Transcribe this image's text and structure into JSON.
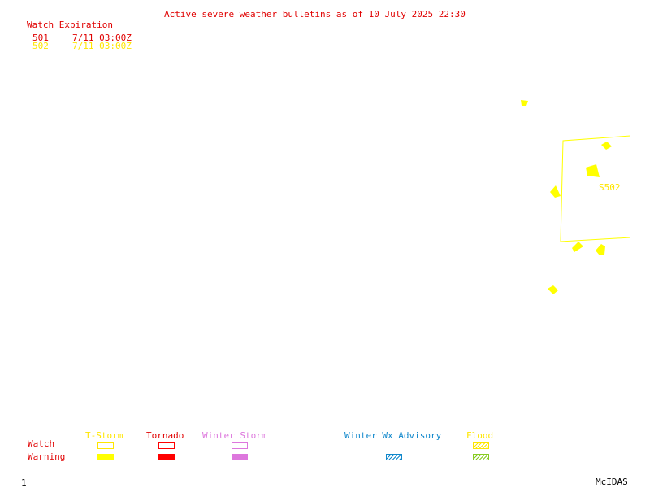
{
  "header": {
    "title": "Active severe weather bulletins as of 10 July 2025 22:30",
    "title_color": "#e00000"
  },
  "watch_table": {
    "heading": "Watch Expiration",
    "heading_color": "#e00000",
    "rows": [
      {
        "id": "501",
        "expires": "7/11 03:00Z",
        "color": "#e00000"
      },
      {
        "id": "502",
        "expires": "7/11 03:00Z",
        "color": "#ffe600"
      }
    ]
  },
  "map": {
    "watch_label": "S502",
    "watch_color": "#ffff00",
    "warning_color": "#ffff00"
  },
  "legend": {
    "row_labels": {
      "watch": "Watch",
      "warning": "Warning"
    },
    "row_label_color": "#e00000",
    "categories": [
      {
        "key": "tstorm",
        "label": "T-Storm",
        "color": "#ffe600",
        "has_watch": true,
        "has_warning": true,
        "style": "solid"
      },
      {
        "key": "tornado",
        "label": "Tornado",
        "color": "#ff0000",
        "has_watch": true,
        "has_warning": true,
        "style": "solid"
      },
      {
        "key": "winter-storm",
        "label": "Winter Storm",
        "color": "#dd77dd",
        "has_watch": true,
        "has_warning": true,
        "style": "solid"
      },
      {
        "key": "winter-wx-advisory",
        "label": "Winter Wx Advisory",
        "color": "#1188cc",
        "has_watch": false,
        "has_warning": true,
        "style": "hatched"
      },
      {
        "key": "flood",
        "label": "Flood",
        "color": "#88cc22",
        "label_color": "#ffe600",
        "has_watch": true,
        "has_warning": true,
        "style": "hatched"
      }
    ]
  },
  "footer": {
    "frame_number": "1",
    "brand": "McIDAS"
  }
}
